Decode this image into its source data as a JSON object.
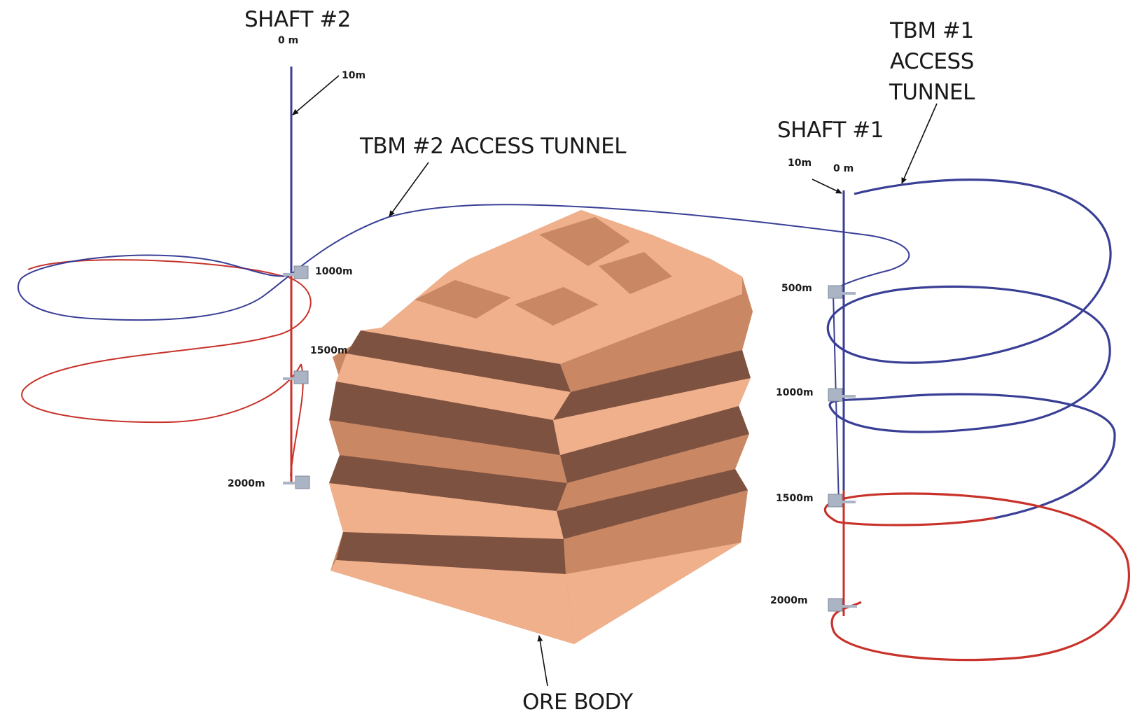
{
  "colors": {
    "upper_tunnel": "#3a3f96",
    "lower_tunnel": "#c8322a",
    "ore_light": "#f0b08c",
    "ore_mid": "#c98764",
    "ore_dark": "#7e5240",
    "station": "#aab4c4"
  },
  "labels": {
    "shaft2_title": "SHAFT #2",
    "shaft2_top": "0 m",
    "shaft2_10m": "10m",
    "shaft2_1000": "1000m",
    "shaft2_1500": "1500m",
    "shaft2_2000": "2000m",
    "tbm2": "TBM #2 ACCESS TUNNEL",
    "shaft1_title": "SHAFT #1",
    "shaft1_10m": "10m",
    "shaft1_top": "0 m",
    "tbm1_line1": "TBM #1",
    "tbm1_line2": "ACCESS",
    "tbm1_line3": "TUNNEL",
    "shaft1_500": "500m",
    "shaft1_1000": "1000m",
    "shaft1_1500": "1500m",
    "shaft1_2000": "2000m",
    "ore_body": "ORE BODY"
  }
}
